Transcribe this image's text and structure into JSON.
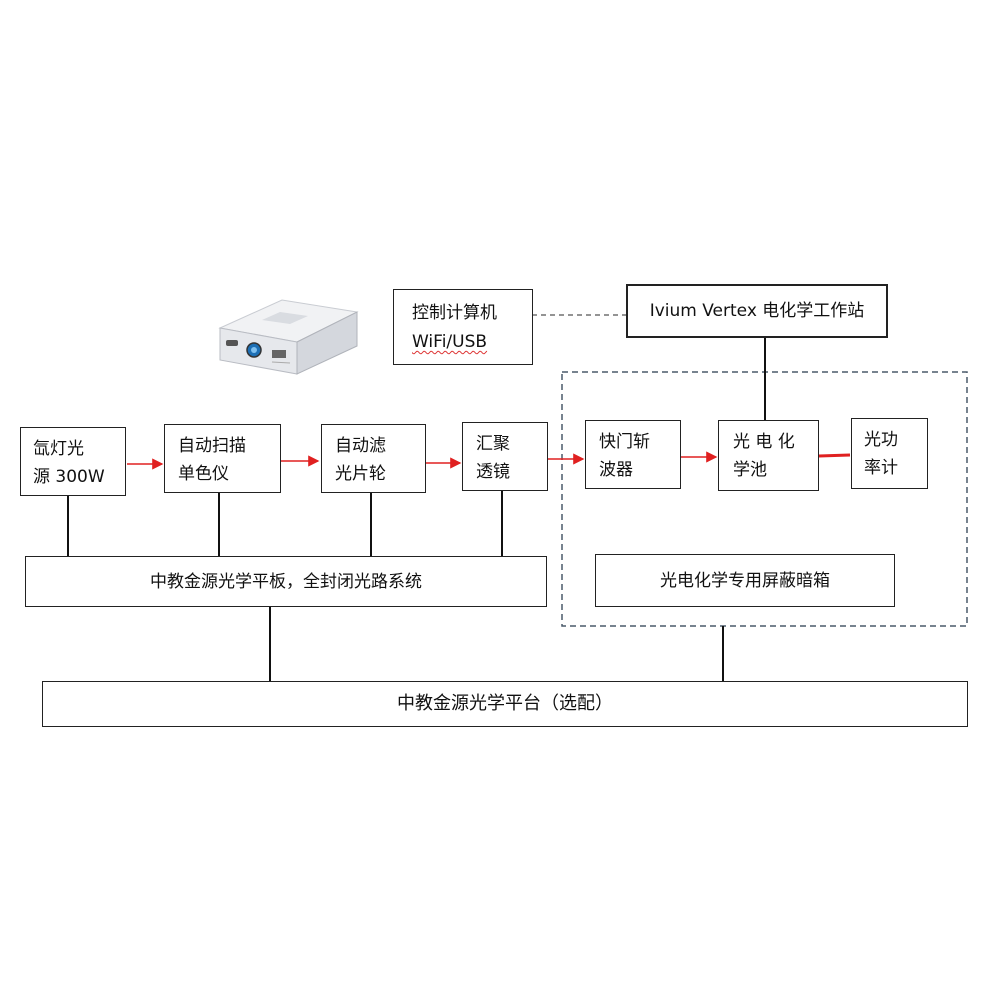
{
  "blocks": {
    "lamp": [
      "氙灯光",
      "源 300W"
    ],
    "mono": [
      "自动扫描",
      "单色仪"
    ],
    "filter": [
      "自动滤",
      "光片轮"
    ],
    "lens": [
      "汇聚",
      "透镜"
    ],
    "chopper": [
      "快门斩",
      "波器"
    ],
    "cell": [
      "光 电 化",
      "学池"
    ],
    "power": [
      "光功",
      "率计"
    ],
    "computer": [
      "控制计算机",
      "WiFi/USB"
    ],
    "workstation": "Ivium Vertex 电化学工作站",
    "plate": "中教金源光学平板，全封闭光路系统",
    "darkbox": "光电化学专用屏蔽暗箱",
    "platform": "中教金源光学平台（选配）"
  },
  "device_icon": "power-supply-device-icon",
  "colors": {
    "arrow": "#e02020",
    "line": "#111111",
    "dashed_border": "#4a5a6a"
  }
}
